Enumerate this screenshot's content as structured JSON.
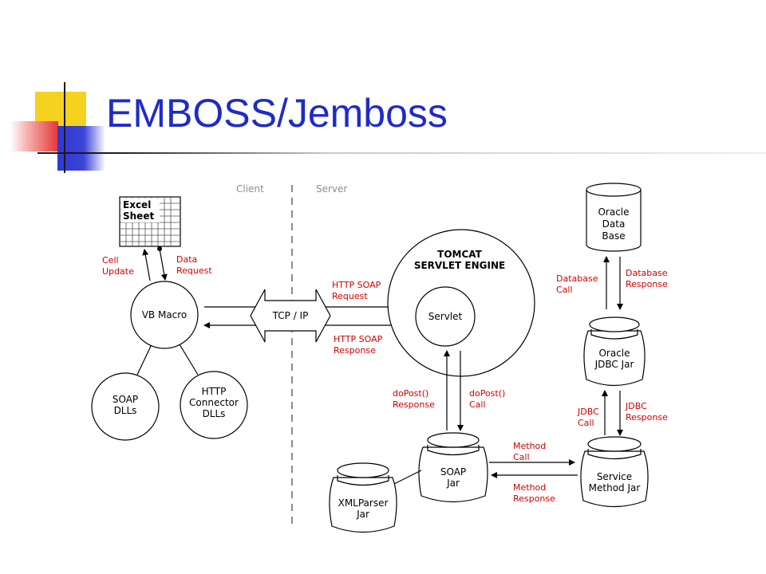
{
  "title": "EMBOSS/Jemboss",
  "diagram": {
    "regions": {
      "client": "Client",
      "server": "Server"
    },
    "excel": [
      "Excel",
      "Sheet"
    ],
    "cell_update": [
      "Cell",
      "Update"
    ],
    "data_request": [
      "Data",
      "Request"
    ],
    "vb_macro": "VB Macro",
    "soap_dlls": [
      "SOAP",
      "DLLs"
    ],
    "http_connector": [
      "HTTP",
      "Connector",
      "DLLs"
    ],
    "tcp_ip": "TCP / IP",
    "http_soap_request": [
      "HTTP SOAP",
      "Request"
    ],
    "http_soap_response": [
      "HTTP SOAP",
      "Response"
    ],
    "tomcat": [
      "TOMCAT",
      "SERVLET ENGINE"
    ],
    "servlet": "Servlet",
    "dopost_response": [
      "doPost()",
      "Response"
    ],
    "dopost_call": [
      "doPost()",
      "Call"
    ],
    "soap_jar": [
      "SOAP",
      "Jar"
    ],
    "xmlparser_jar": [
      "XMLParser",
      "Jar"
    ],
    "method_call": [
      "Method",
      "Call"
    ],
    "method_response": [
      "Method",
      "Response"
    ],
    "service_method_jar": [
      "Service",
      "Method Jar"
    ],
    "jdbc_call": [
      "JDBC",
      "Call"
    ],
    "jdbc_response": [
      "JDBC",
      "Response"
    ],
    "oracle_jdbc_jar": [
      "Oracle",
      "JDBC Jar"
    ],
    "database_call": [
      "Database",
      "Call"
    ],
    "database_response": [
      "Database",
      "Response"
    ],
    "oracle_db": [
      "Oracle",
      "Data",
      "Base"
    ]
  },
  "colors": {
    "title": "#1f2bc8",
    "annotation": "#d40000",
    "region": "#8c8c8c"
  }
}
